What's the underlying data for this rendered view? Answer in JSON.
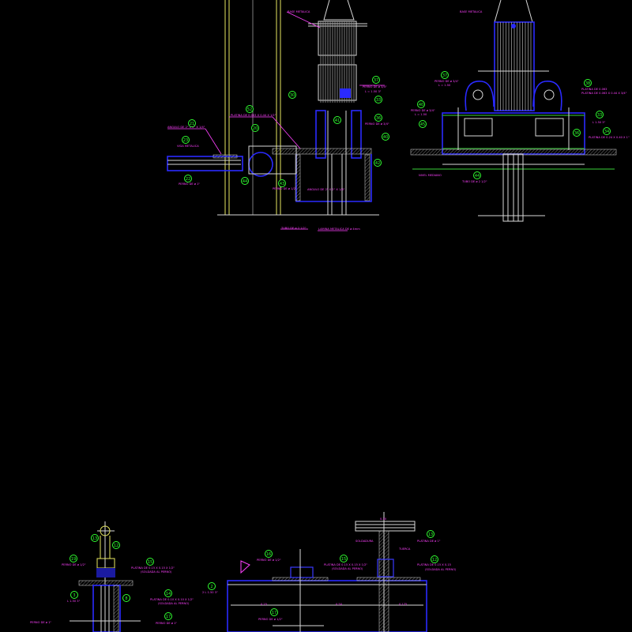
{
  "drawing": {
    "background": "#000000",
    "colors": {
      "lines": "#d8d8d8",
      "blue": "#2a2aff",
      "text": "#ff40ff",
      "bubbles": "#30ff30",
      "yellow": "#e8e860",
      "green": "#2faa2f"
    },
    "top_left_detail": {
      "labels": [
        "BASE METALICA",
        "PERNO DE ø 3/4\"",
        "L = 1.50 3\"",
        "PLATINA DE 0.063 X 0.44 X 1/2\"",
        "PERNO DE ø 3/4\"",
        "ANGULO DE 2\" X 2\" X 1/4\"",
        "VIGA METALICA",
        "PERNO DE ø 1\"",
        "PERNO DE ø 1/2\"",
        "ANGULO DE 2\" X 2\" X 1/4\"",
        "TUBO DE ø 2 1/2\"",
        "LAMINA METALICA DE ø 4mm"
      ],
      "bubbles": [
        "37",
        "30",
        "33",
        "52",
        "36",
        "21",
        "20",
        "41",
        "23",
        "40",
        "42",
        "22",
        "44",
        "43"
      ]
    },
    "top_right_detail": {
      "labels": [
        "BASE METALICA",
        "PERNO DE ø 3/4\"",
        "L = 1.50",
        "PLATINA DE 0.063 X 0.44 X 3/4\"",
        "PERNO DE ø 3/4\"",
        "L = 1.50",
        "PLATINA DE 0.063",
        "L 1.50 3\"",
        "PLATINA DE 0.24 X 0.40 X 1\"",
        "NIVEL MEDIANO",
        "TUBO DE ø 2 1/2\""
      ],
      "bubbles": [
        "37",
        "38",
        "40",
        "45",
        "33",
        "36",
        "34",
        "44"
      ]
    },
    "bottom_left_detail": {
      "labels": [
        "PERNO DE ø 1/2\"",
        "PLATINA DE 0.15 X 0.15 X 1/2\"",
        "(SOLDADA AL PERNO)",
        "L 1.50 3\"",
        "PLATINA DE 0.10 X 0.10 X 1/2\"",
        "(SOLDADA AL PERNO)",
        "PERNO DE ø 1\"",
        "PERNO DE ø 1\""
      ],
      "bubbles": [
        "13",
        "12",
        "19",
        "15",
        "3",
        "8",
        "14",
        "17"
      ]
    },
    "bottom_right_detail": {
      "labels": [
        "PERNO DE ø 1/2\"",
        "PLATINA DE 0.15 X 0.15 X 1/2\"",
        "(SOLDADA AL PERNO)",
        "SOLDADURA",
        "PLATINA DE ø 1\"",
        "TUERCA",
        "PLATINA DE 0.15 X 0.15",
        "(SOLDADA AL PERNO)",
        "2 L 1.50 3\"",
        "PERNO DE ø 1/2\"",
        "0.25",
        "0.50",
        "0.175",
        "0.30"
      ],
      "bubbles": [
        "16",
        "15",
        "13",
        "12",
        "2",
        "17"
      ]
    }
  }
}
